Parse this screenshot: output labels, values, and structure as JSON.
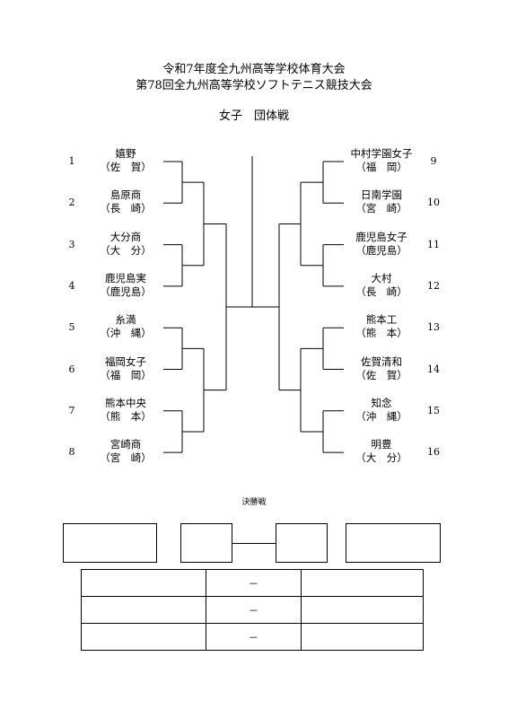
{
  "header": {
    "line1": "令和7年度全九州高等学校体育大会",
    "line2": "第78回全九州高等学校ソフトテニス競技大会",
    "category": "女子　団体戦"
  },
  "left_teams": [
    {
      "num": "1",
      "name": "嬉野",
      "pref": "（佐　賀）"
    },
    {
      "num": "2",
      "name": "島原商",
      "pref": "（長　崎）"
    },
    {
      "num": "3",
      "name": "大分商",
      "pref": "（大　分）"
    },
    {
      "num": "4",
      "name": "鹿児島実",
      "pref": "（鹿児島）"
    },
    {
      "num": "5",
      "name": "糸満",
      "pref": "（沖　縄）"
    },
    {
      "num": "6",
      "name": "福岡女子",
      "pref": "（福　岡）"
    },
    {
      "num": "7",
      "name": "熊本中央",
      "pref": "（熊　本）"
    },
    {
      "num": "8",
      "name": "宮崎商",
      "pref": "（宮　崎）"
    }
  ],
  "right_teams": [
    {
      "num": "9",
      "name": "中村学園女子",
      "pref": "（福　岡）"
    },
    {
      "num": "10",
      "name": "日南学園",
      "pref": "（宮　崎）"
    },
    {
      "num": "11",
      "name": "鹿児島女子",
      "pref": "（鹿児島）"
    },
    {
      "num": "12",
      "name": "大村",
      "pref": "（長　崎）"
    },
    {
      "num": "13",
      "name": "熊本工",
      "pref": "（熊　本）"
    },
    {
      "num": "14",
      "name": "佐賀清和",
      "pref": "（佐　賀）"
    },
    {
      "num": "15",
      "name": "知念",
      "pref": "（沖　縄）"
    },
    {
      "num": "16",
      "name": "明豊",
      "pref": "（大　分）"
    }
  ],
  "final": {
    "title": "決勝戦",
    "score_rows": [
      {
        "left": "",
        "mid": "－",
        "right": ""
      },
      {
        "left": "",
        "mid": "－",
        "right": ""
      },
      {
        "left": "",
        "mid": "－",
        "right": ""
      }
    ]
  }
}
